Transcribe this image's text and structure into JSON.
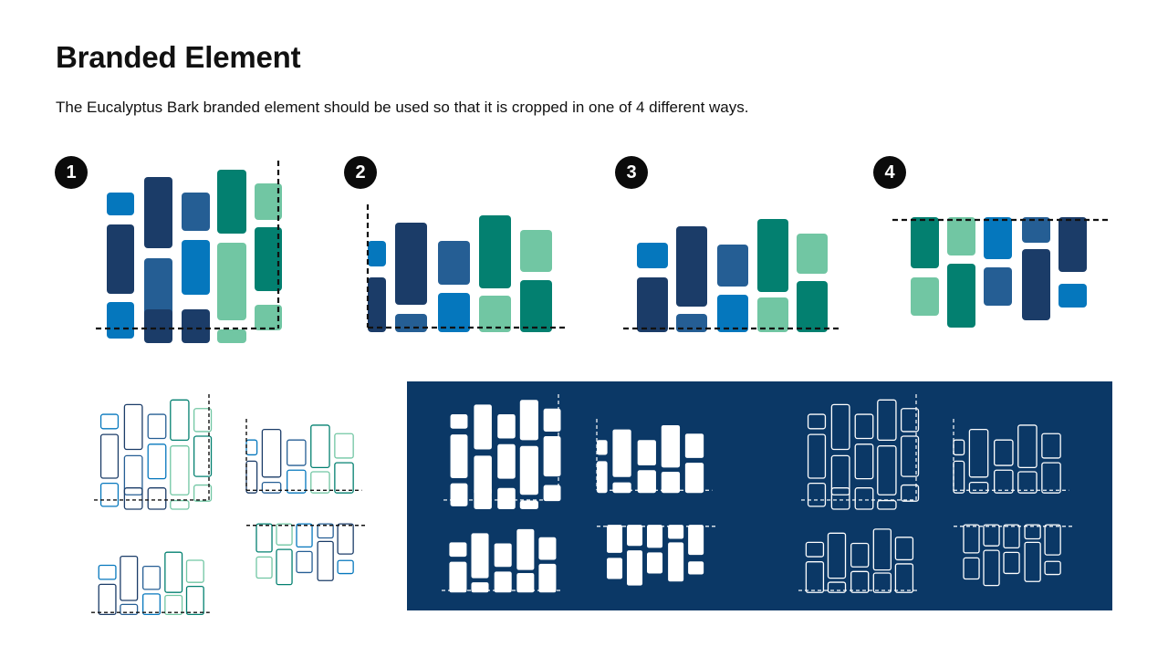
{
  "header": {
    "title": "Branded Element",
    "description": "The Eucalyptus Bark branded element should be used so that it is cropped in one of 4 different ways."
  },
  "steps": [
    {
      "number": "1"
    },
    {
      "number": "2"
    },
    {
      "number": "3"
    },
    {
      "number": "4"
    }
  ],
  "colors": {
    "navy": "#1b3c68",
    "blue": "#0577bd",
    "steel": "#255e94",
    "teal": "#038070",
    "mint": "#71c6a3",
    "panel": "#0b3866",
    "white": "#ffffff",
    "rule": "#111111"
  }
}
